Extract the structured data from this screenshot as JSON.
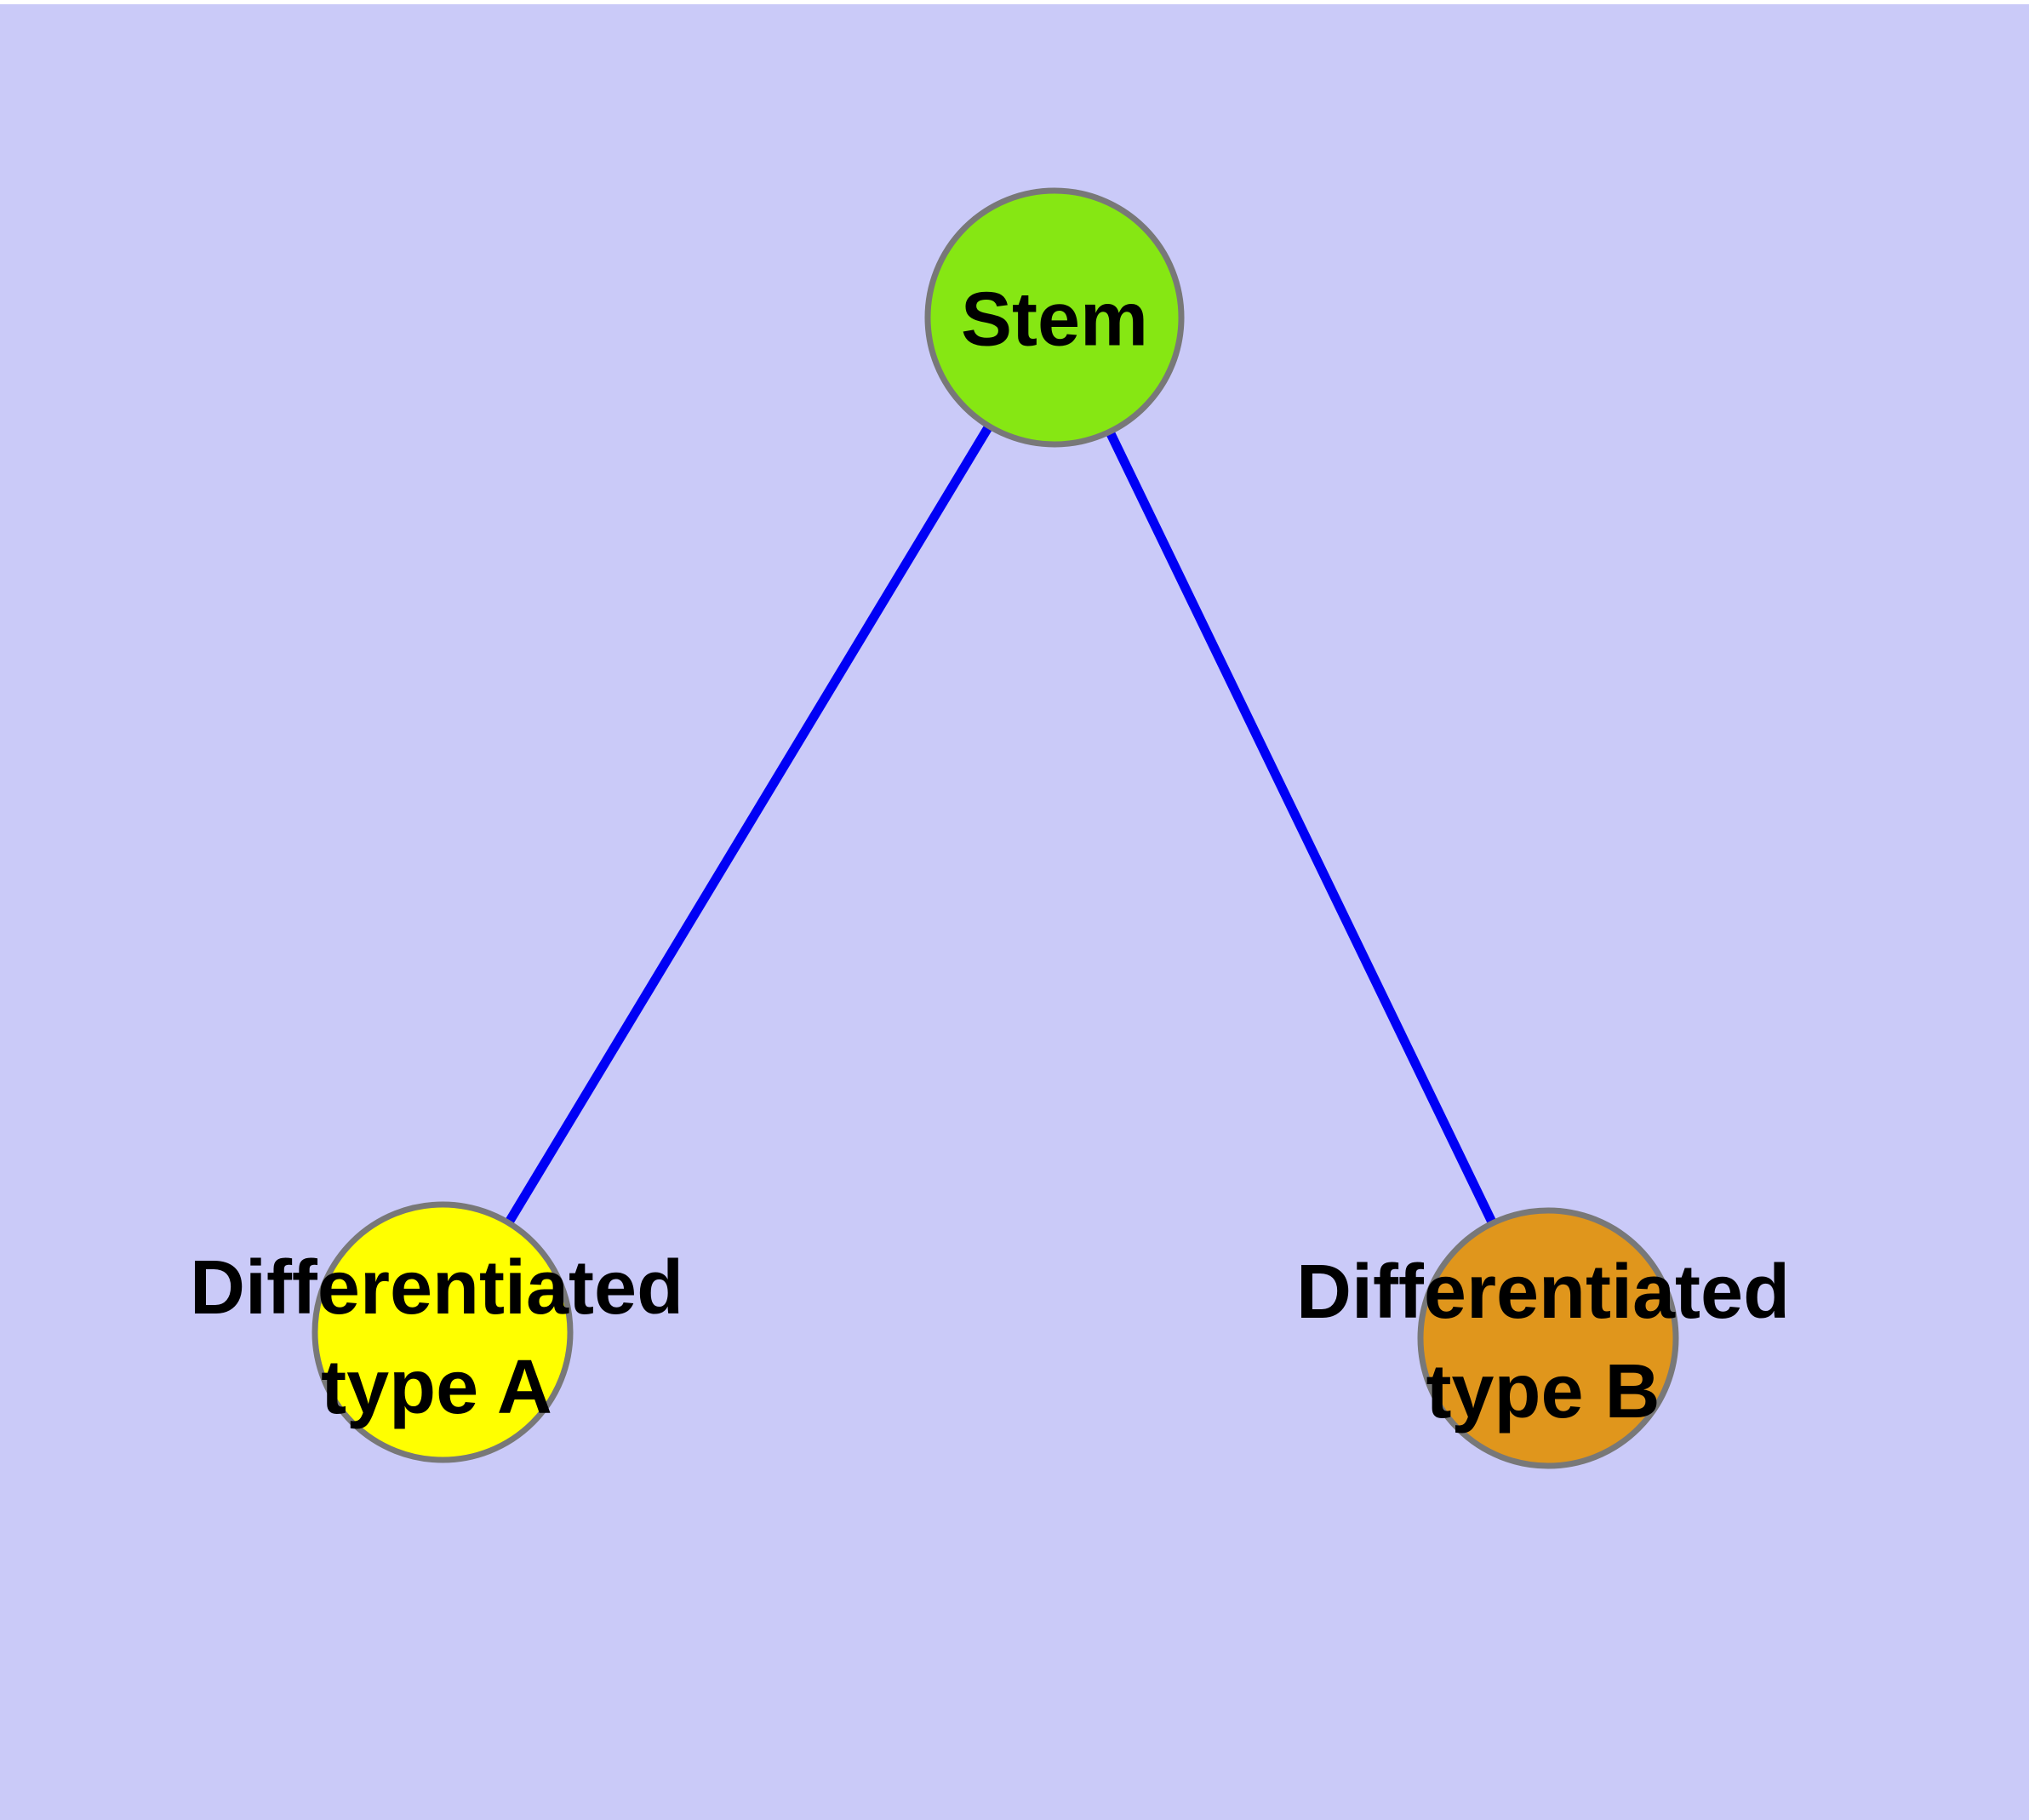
{
  "diagram": {
    "type": "node-link-diagram",
    "background_color": "#CACAF8",
    "top_edge_strip_color": "#FFFFFF",
    "edge_color": "#0000F5",
    "node_border_color": "#787878",
    "label_color": "#000000",
    "nodes": {
      "stem": {
        "label": "Stem",
        "fill": "#86E713"
      },
      "type_a": {
        "label": "Differentiated\ntype A",
        "fill": "#FFFF00"
      },
      "type_b": {
        "label": "Differentiated\ntype B",
        "fill": "#E0961C"
      }
    },
    "edges": [
      {
        "from": "Stem",
        "to": "Differentiated type A"
      },
      {
        "from": "Stem",
        "to": "Differentiated type B"
      }
    ]
  }
}
